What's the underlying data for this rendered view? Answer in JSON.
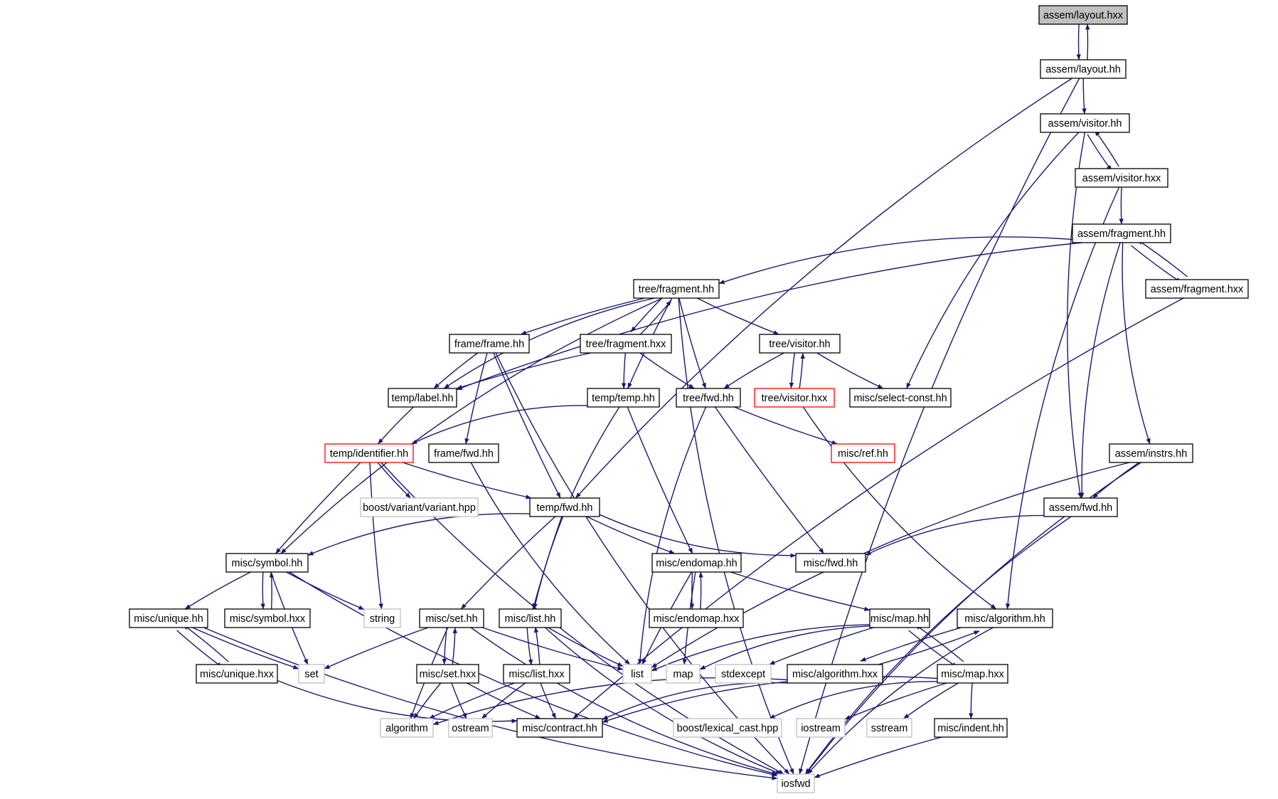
{
  "colors": {
    "edge": "#191970",
    "node_border": "#000000",
    "system_border": "#bfbfbf",
    "error_border": "#ff0000",
    "root_fill": "#bfbfbf",
    "node_fill": "#ffffff",
    "text": "#000000"
  },
  "nodes": [
    {
      "id": "layout_hxx",
      "label": "assem/layout.hxx",
      "kind": "root"
    },
    {
      "id": "layout_hh",
      "label": "assem/layout.hh",
      "kind": "normal"
    },
    {
      "id": "visitor_hh",
      "label": "assem/visitor.hh",
      "kind": "normal"
    },
    {
      "id": "visitor_hxx",
      "label": "assem/visitor.hxx",
      "kind": "normal"
    },
    {
      "id": "afrag_hh",
      "label": "assem/fragment.hh",
      "kind": "normal"
    },
    {
      "id": "afrag_hxx",
      "label": "assem/fragment.hxx",
      "kind": "normal"
    },
    {
      "id": "tfrag_hh",
      "label": "tree/fragment.hh",
      "kind": "normal"
    },
    {
      "id": "frame_hh",
      "label": "frame/frame.hh",
      "kind": "normal"
    },
    {
      "id": "tfrag_hxx",
      "label": "tree/fragment.hxx",
      "kind": "normal"
    },
    {
      "id": "tvisitor_hh",
      "label": "tree/visitor.hh",
      "kind": "normal"
    },
    {
      "id": "label_hh",
      "label": "temp/label.hh",
      "kind": "normal"
    },
    {
      "id": "temp_hh",
      "label": "temp/temp.hh",
      "kind": "normal"
    },
    {
      "id": "tfwd_hh",
      "label": "tree/fwd.hh",
      "kind": "normal"
    },
    {
      "id": "tvisitor_hxx",
      "label": "tree/visitor.hxx",
      "kind": "error"
    },
    {
      "id": "selconst_hh",
      "label": "misc/select-const.hh",
      "kind": "normal"
    },
    {
      "id": "ident_hh",
      "label": "temp/identifier.hh",
      "kind": "error"
    },
    {
      "id": "ffwd_hh",
      "label": "frame/fwd.hh",
      "kind": "normal"
    },
    {
      "id": "ref_hh",
      "label": "misc/ref.hh",
      "kind": "error"
    },
    {
      "id": "instrs_hh",
      "label": "assem/instrs.hh",
      "kind": "normal"
    },
    {
      "id": "variant_hpp",
      "label": "boost/variant/variant.hpp",
      "kind": "system"
    },
    {
      "id": "tmpfwd_hh",
      "label": "temp/fwd.hh",
      "kind": "normal"
    },
    {
      "id": "afwd_hh",
      "label": "assem/fwd.hh",
      "kind": "normal"
    },
    {
      "id": "symbol_hh",
      "label": "misc/symbol.hh",
      "kind": "normal"
    },
    {
      "id": "endomap_hh",
      "label": "misc/endomap.hh",
      "kind": "normal"
    },
    {
      "id": "mfwd_hh",
      "label": "misc/fwd.hh",
      "kind": "normal"
    },
    {
      "id": "unique_hh",
      "label": "misc/unique.hh",
      "kind": "normal"
    },
    {
      "id": "symbol_hxx",
      "label": "misc/symbol.hxx",
      "kind": "normal"
    },
    {
      "id": "string",
      "label": "string",
      "kind": "system"
    },
    {
      "id": "set_hh",
      "label": "misc/set.hh",
      "kind": "normal"
    },
    {
      "id": "list_hh",
      "label": "misc/list.hh",
      "kind": "normal"
    },
    {
      "id": "endomap_hxx",
      "label": "misc/endomap.hxx",
      "kind": "normal"
    },
    {
      "id": "map_hh",
      "label": "misc/map.hh",
      "kind": "normal"
    },
    {
      "id": "algo_hh",
      "label": "misc/algorithm.hh",
      "kind": "normal"
    },
    {
      "id": "unique_hxx",
      "label": "misc/unique.hxx",
      "kind": "normal"
    },
    {
      "id": "set",
      "label": "set",
      "kind": "system"
    },
    {
      "id": "set_hxx",
      "label": "misc/set.hxx",
      "kind": "normal"
    },
    {
      "id": "list_hxx",
      "label": "misc/list.hxx",
      "kind": "normal"
    },
    {
      "id": "list",
      "label": "list",
      "kind": "system"
    },
    {
      "id": "map",
      "label": "map",
      "kind": "system"
    },
    {
      "id": "stdexcept",
      "label": "stdexcept",
      "kind": "system"
    },
    {
      "id": "algo_hxx",
      "label": "misc/algorithm.hxx",
      "kind": "normal"
    },
    {
      "id": "map_hxx",
      "label": "misc/map.hxx",
      "kind": "normal"
    },
    {
      "id": "algorithm",
      "label": "algorithm",
      "kind": "system"
    },
    {
      "id": "ostream",
      "label": "ostream",
      "kind": "system"
    },
    {
      "id": "contract_hh",
      "label": "misc/contract.hh",
      "kind": "normal"
    },
    {
      "id": "lexcast_hpp",
      "label": "boost/lexical_cast.hpp",
      "kind": "system"
    },
    {
      "id": "iostream",
      "label": "iostream",
      "kind": "system"
    },
    {
      "id": "sstream",
      "label": "sstream",
      "kind": "system"
    },
    {
      "id": "indent_hh",
      "label": "misc/indent.hh",
      "kind": "normal"
    },
    {
      "id": "iosfwd",
      "label": "iosfwd",
      "kind": "system"
    }
  ],
  "edges": [
    [
      "layout_hxx",
      "layout_hh"
    ],
    [
      "layout_hh",
      "layout_hxx"
    ],
    [
      "layout_hh",
      "visitor_hh"
    ],
    [
      "layout_hh",
      "tmpfwd_hh"
    ],
    [
      "layout_hh",
      "iosfwd"
    ],
    [
      "visitor_hh",
      "visitor_hxx"
    ],
    [
      "visitor_hxx",
      "visitor_hh"
    ],
    [
      "visitor_hh",
      "selconst_hh"
    ],
    [
      "visitor_hh",
      "afwd_hh"
    ],
    [
      "visitor_hxx",
      "afrag_hh"
    ],
    [
      "visitor_hxx",
      "algo_hh"
    ],
    [
      "afrag_hh",
      "afrag_hxx"
    ],
    [
      "afrag_hxx",
      "afrag_hh"
    ],
    [
      "afrag_hh",
      "tfrag_hh"
    ],
    [
      "afrag_hh",
      "label_hh"
    ],
    [
      "afrag_hh",
      "afwd_hh"
    ],
    [
      "afrag_hh",
      "instrs_hh"
    ],
    [
      "afrag_hxx",
      "contract_hh"
    ],
    [
      "tfrag_hh",
      "tfrag_hxx"
    ],
    [
      "tfrag_hxx",
      "tfrag_hh"
    ],
    [
      "tfrag_hh",
      "frame_hh"
    ],
    [
      "tfrag_hh",
      "tvisitor_hh"
    ],
    [
      "tfrag_hh",
      "label_hh"
    ],
    [
      "tfrag_hh",
      "temp_hh"
    ],
    [
      "tfrag_hh",
      "tfwd_hh"
    ],
    [
      "tfrag_hh",
      "symbol_hh"
    ],
    [
      "tfrag_hh",
      "iosfwd"
    ],
    [
      "frame_hh",
      "label_hh"
    ],
    [
      "frame_hh",
      "ffwd_hh"
    ],
    [
      "frame_hh",
      "tmpfwd_hh"
    ],
    [
      "frame_hh",
      "iosfwd"
    ],
    [
      "tfrag_hxx",
      "label_hh"
    ],
    [
      "tfrag_hxx",
      "temp_hh"
    ],
    [
      "tfrag_hxx",
      "tfwd_hh"
    ],
    [
      "tvisitor_hh",
      "tvisitor_hxx"
    ],
    [
      "tvisitor_hxx",
      "tvisitor_hh"
    ],
    [
      "tvisitor_hh",
      "tfwd_hh"
    ],
    [
      "tvisitor_hh",
      "selconst_hh"
    ],
    [
      "tvisitor_hxx",
      "algo_hh"
    ],
    [
      "label_hh",
      "ident_hh"
    ],
    [
      "temp_hh",
      "ident_hh"
    ],
    [
      "temp_hh",
      "endomap_hh"
    ],
    [
      "temp_hh",
      "list_hh"
    ],
    [
      "tfwd_hh",
      "ref_hh"
    ],
    [
      "tfwd_hh",
      "mfwd_hh"
    ],
    [
      "tfwd_hh",
      "list"
    ],
    [
      "ident_hh",
      "variant_hpp"
    ],
    [
      "ident_hh",
      "tmpfwd_hh"
    ],
    [
      "ident_hh",
      "symbol_hh"
    ],
    [
      "ident_hh",
      "string"
    ],
    [
      "ident_hh",
      "iosfwd"
    ],
    [
      "ffwd_hh",
      "list"
    ],
    [
      "instrs_hh",
      "afwd_hh"
    ],
    [
      "instrs_hh",
      "list"
    ],
    [
      "instrs_hh",
      "iosfwd"
    ],
    [
      "afwd_hh",
      "mfwd_hh"
    ],
    [
      "afwd_hh",
      "iosfwd"
    ],
    [
      "tmpfwd_hh",
      "symbol_hh"
    ],
    [
      "tmpfwd_hh",
      "endomap_hh"
    ],
    [
      "tmpfwd_hh",
      "mfwd_hh"
    ],
    [
      "tmpfwd_hh",
      "set_hh"
    ],
    [
      "tmpfwd_hh",
      "list_hh"
    ],
    [
      "symbol_hh",
      "unique_hh"
    ],
    [
      "symbol_hh",
      "symbol_hxx"
    ],
    [
      "symbol_hxx",
      "symbol_hh"
    ],
    [
      "symbol_hh",
      "string"
    ],
    [
      "symbol_hh",
      "set"
    ],
    [
      "symbol_hh",
      "iosfwd"
    ],
    [
      "endomap_hh",
      "endomap_hxx"
    ],
    [
      "endomap_hxx",
      "endomap_hh"
    ],
    [
      "endomap_hh",
      "map_hh"
    ],
    [
      "endomap_hh",
      "list"
    ],
    [
      "endomap_hh",
      "map"
    ],
    [
      "unique_hh",
      "unique_hxx"
    ],
    [
      "unique_hxx",
      "unique_hh"
    ],
    [
      "unique_hh",
      "set"
    ],
    [
      "unique_hh",
      "iosfwd"
    ],
    [
      "unique_hxx",
      "contract_hh"
    ],
    [
      "set_hh",
      "set_hxx"
    ],
    [
      "set_hxx",
      "set_hh"
    ],
    [
      "set_hh",
      "set"
    ],
    [
      "set_hh",
      "list"
    ],
    [
      "set_hh",
      "algorithm"
    ],
    [
      "set_hh",
      "iosfwd"
    ],
    [
      "set_hxx",
      "algorithm"
    ],
    [
      "set_hxx",
      "ostream"
    ],
    [
      "set_hxx",
      "contract_hh"
    ],
    [
      "list_hh",
      "list_hxx"
    ],
    [
      "list_hxx",
      "list_hh"
    ],
    [
      "list_hh",
      "list"
    ],
    [
      "list_hh",
      "iosfwd"
    ],
    [
      "list_hxx",
      "algorithm"
    ],
    [
      "list_hxx",
      "ostream"
    ],
    [
      "list_hxx",
      "contract_hh"
    ],
    [
      "map_hh",
      "map_hxx"
    ],
    [
      "map_hxx",
      "map_hh"
    ],
    [
      "map_hh",
      "list"
    ],
    [
      "map_hh",
      "map"
    ],
    [
      "map_hh",
      "stdexcept"
    ],
    [
      "map_hxx",
      "contract_hh"
    ],
    [
      "map_hxx",
      "lexcast_hpp"
    ],
    [
      "map_hxx",
      "iostream"
    ],
    [
      "map_hxx",
      "sstream"
    ],
    [
      "map_hxx",
      "indent_hh"
    ],
    [
      "algo_hh",
      "algo_hxx"
    ],
    [
      "algo_hxx",
      "algo_hh"
    ],
    [
      "algo_hh",
      "iosfwd"
    ],
    [
      "algo_hxx",
      "algorithm"
    ],
    [
      "algo_hxx",
      "contract_hh"
    ],
    [
      "indent_hh",
      "iosfwd"
    ]
  ]
}
